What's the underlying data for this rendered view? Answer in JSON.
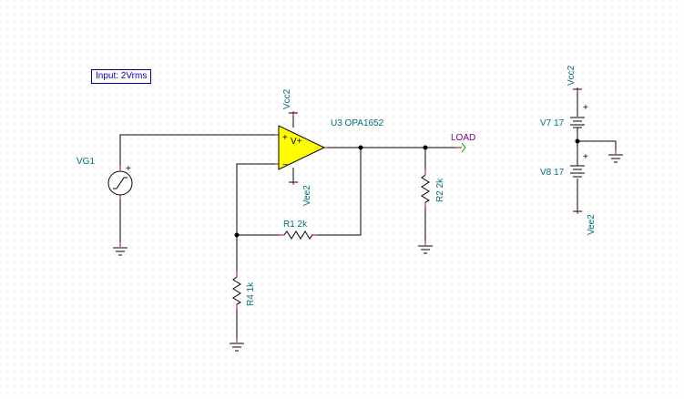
{
  "note": {
    "text": "Input: 2Vrms"
  },
  "source": {
    "name": "VG1"
  },
  "opamp": {
    "label": "U3 OPA1652",
    "vplus": "V+",
    "plus": "+",
    "minus": "−"
  },
  "supplies": {
    "vcc_top": "Vcc2",
    "vee_top": "Vee2",
    "vcc_right": "Vcc2",
    "vee_right": "Vee2"
  },
  "resistors": {
    "r1": "R1 2k",
    "r2": "R2 2k",
    "r4": "R4 1k"
  },
  "batteries": {
    "v7": "V7 17",
    "v8": "V8 17",
    "plus": "+"
  },
  "net": {
    "load": "LOAD"
  },
  "colors": {
    "opamp_fill": "#ffff00",
    "label": "#00707a",
    "net_label": "#800080",
    "pin": "#b00000",
    "note": "#0000aa"
  }
}
